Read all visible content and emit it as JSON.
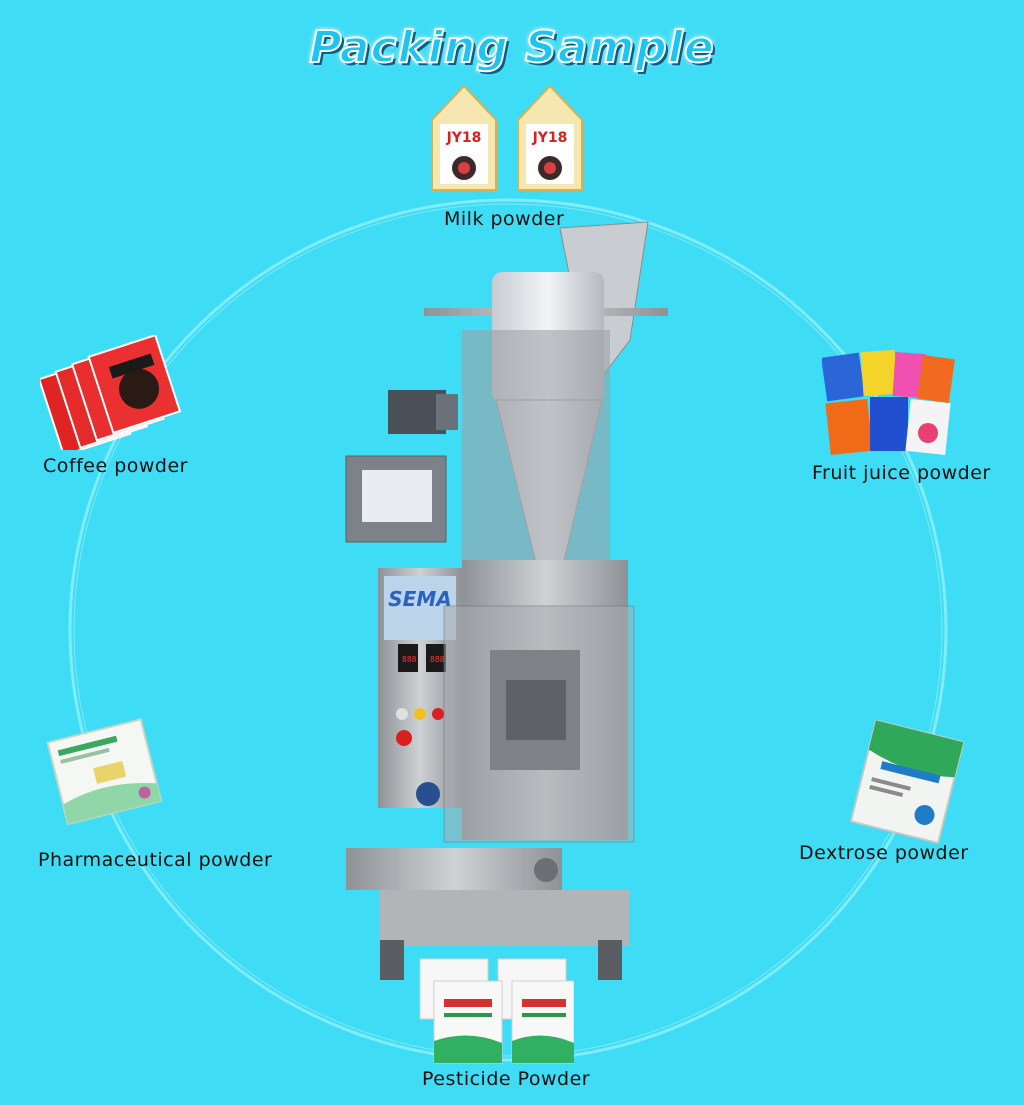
{
  "title": "Packing Sample",
  "labels": {
    "milk": "Milk powder",
    "coffee": "Coffee powder",
    "fruit": "Fruit juice powder",
    "pharma": "Pharmaceutical powder",
    "dextrose": "Dextrose powder",
    "pesticide": "Pesticide Powder"
  },
  "machine_brand": "SEMA",
  "colors": {
    "background": "#3fdcf6",
    "ring": "#7beaff",
    "title_fill": "#1cc4f0",
    "title_outline": "#ffffff",
    "steel": "#b9bcbf"
  }
}
